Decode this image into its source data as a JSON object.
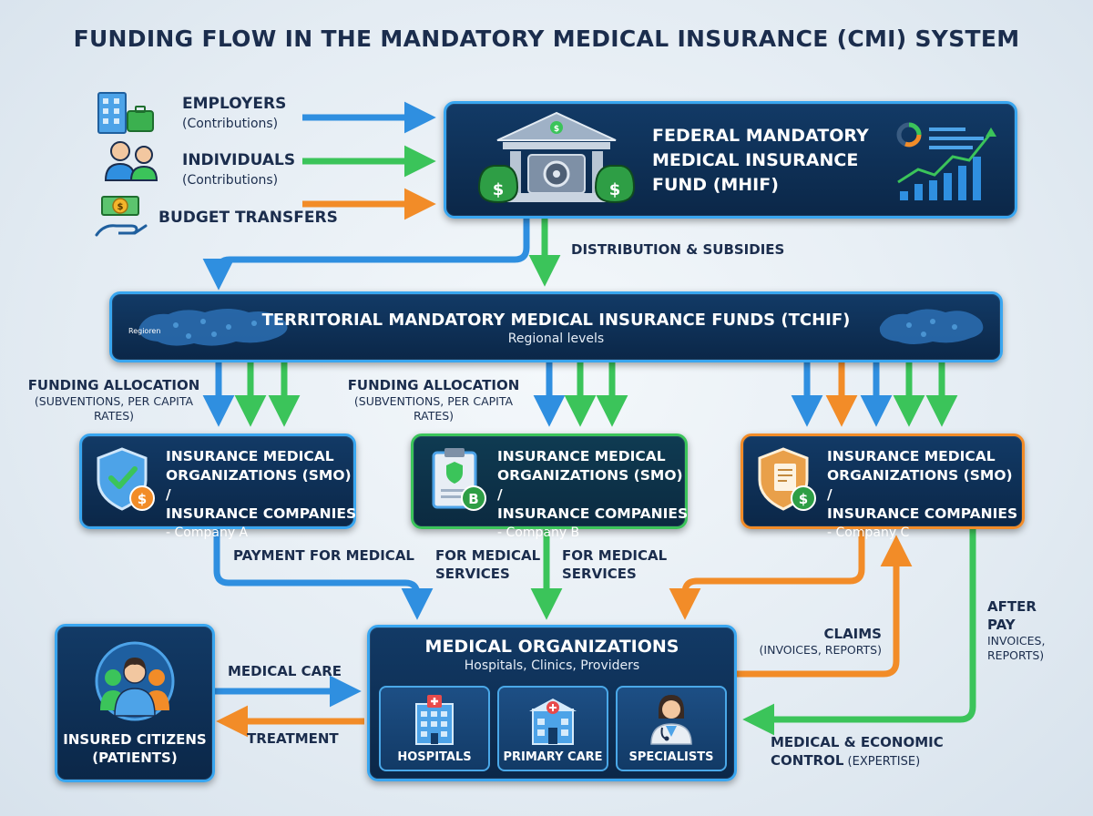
{
  "title": "FUNDING FLOW IN THE MANDATORY MEDICAL INSURANCE (CMI) SYSTEM",
  "sources": {
    "employers": {
      "label": "EMPLOYERS",
      "sub": "(Contributions)"
    },
    "individuals": {
      "label": "INDIVIDUALS",
      "sub": "(Contributions)"
    },
    "budget": {
      "label": "BUDGET TRANSFERS"
    }
  },
  "mhif": {
    "line1": "FEDERAL MANDATORY",
    "line2": "MEDICAL INSURANCE",
    "line3": "FUND (MHIF)"
  },
  "distribution_label": "DISTRIBUTION & SUBSIDIES",
  "tchif": {
    "title": "TERRITORIAL MANDATORY MEDICAL INSURANCE FUNDS (TCHIF)",
    "sub": "Regional levels",
    "map_label": "Regioren"
  },
  "allocation": {
    "line1": "FUNDING ALLOCATION",
    "line2": "(SUBVENTIONS, PER CAPITA RATES)"
  },
  "smo": {
    "line1": "INSURANCE MEDICAL",
    "line2": "ORGANIZATIONS (SMO) /",
    "line3": "INSURANCE COMPANIES",
    "company_a": "- Company A",
    "company_b": "- Company B",
    "company_c": "- Company C",
    "badge_b": "B"
  },
  "payment_label": "PAYMENT FOR MEDICAL",
  "for_medical": {
    "line1": "FOR MEDICAL",
    "line2": "SERVICES"
  },
  "after_pay": {
    "line1": "AFTER",
    "line2": "PAY",
    "line3": "INVOICES,",
    "line4": "REPORTS)"
  },
  "claims": {
    "line1": "CLAIMS",
    "line2": "(INVOICES, REPORTS)"
  },
  "mo": {
    "title": "MEDICAL ORGANIZATIONS",
    "sub": "Hospitals, Clinics, Providers",
    "hospitals": "HOSPITALS",
    "primary": "PRIMARY CARE",
    "specialists": "SPECIALISTS"
  },
  "citizens": {
    "line1": "INSURED CITIZENS",
    "line2": "(PATIENTS)"
  },
  "medical_care_label": "MEDICAL CARE",
  "treatment_label": "TREATMENT",
  "control": {
    "line1": "MEDICAL & ECONOMIC",
    "line2": "CONTROL",
    "line2b": " (EXPERTISE)"
  },
  "colors": {
    "blue": "#2f8fe0",
    "green": "#3bc45a",
    "orange": "#f28c28",
    "navy": "#0b2748",
    "text_dark": "#1b2d4d"
  }
}
